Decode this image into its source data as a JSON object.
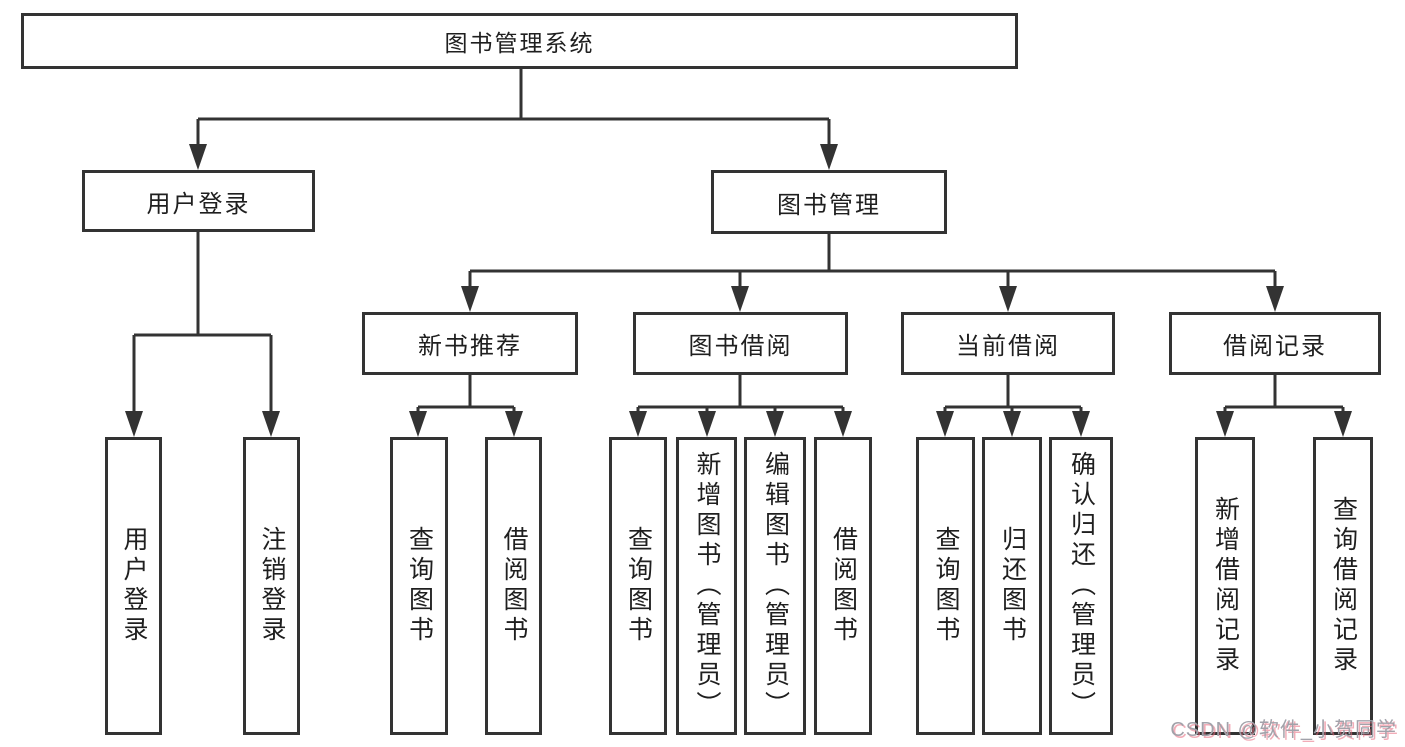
{
  "tree": {
    "root": "图书管理系统",
    "level2": [
      "用户登录",
      "图书管理"
    ],
    "level3": [
      "新书推荐",
      "图书借阅",
      "当前借阅",
      "借阅记录"
    ],
    "leaves": [
      "用户登录",
      "注销登录",
      "查询图书",
      "借阅图书",
      "查询图书",
      "新增图书（管理员）",
      "编辑图书（管理员）",
      "借阅图书",
      "查询图书",
      "归还图书",
      "确认归还（管理员）",
      "新增借阅记录",
      "查询借阅记录"
    ]
  },
  "watermark": {
    "text": "CSDN @软件_小贺同学"
  },
  "colors": {
    "line": "#333333",
    "box_border": "#333333",
    "text": "#1f1f1f",
    "background": "#ffffff",
    "watermark_text": "#a2a2aa",
    "watermark_shadow": "#e8697d"
  }
}
